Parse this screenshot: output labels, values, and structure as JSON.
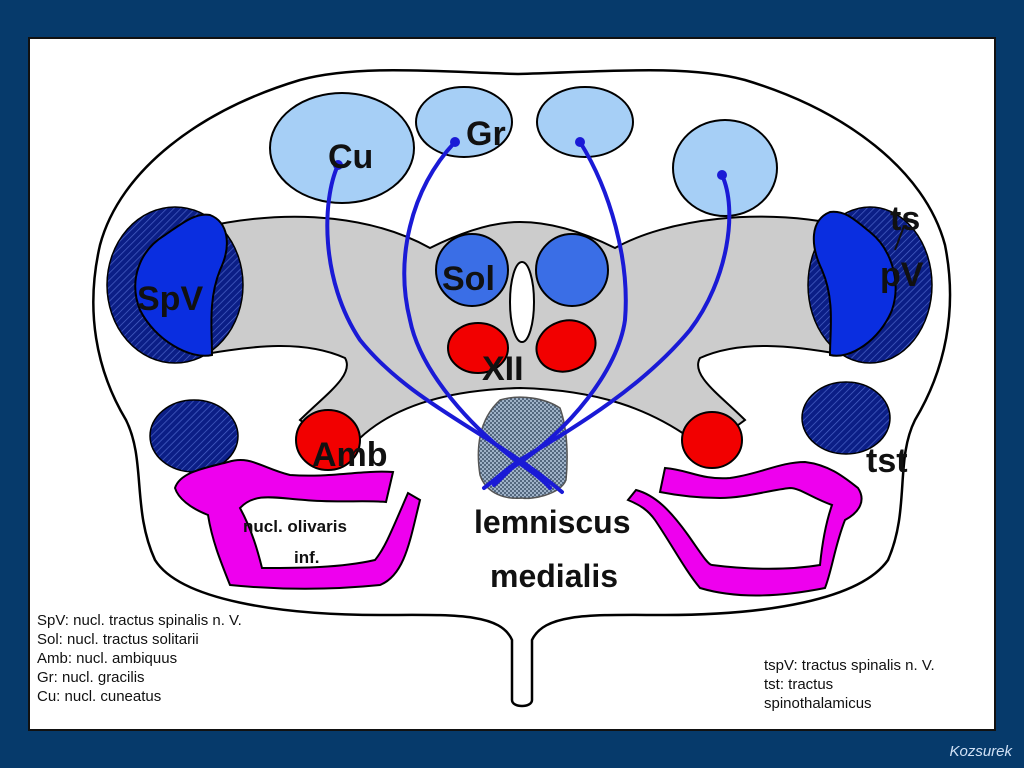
{
  "labels": {
    "cu": "Cu",
    "gr": "Gr",
    "sol": "Sol",
    "spv": "SpV",
    "tspv_top": "ts",
    "tspv_bottom": "pV",
    "xii": "XII",
    "amb": "Amb",
    "tst": "tst",
    "olive_line1": "nucl. olivaris",
    "olive_line2": "inf.",
    "lemniscus_line1": "lemniscus",
    "lemniscus_line2": "medialis"
  },
  "legend_left": [
    "SpV: nucl. tractus spinalis n. V.",
    "Sol: nucl. tractus solitarii",
    "Amb: nucl. ambiquus",
    "Gr: nucl. gracilis",
    "Cu: nucl. cuneatus"
  ],
  "legend_right": [
    "tspV: tractus spinalis n. V.",
    "tst: tractus",
    "spinothalamicus"
  ],
  "author": "Kozsurek",
  "colors": {
    "background": "#063a6b",
    "dorsal_nuclei": "#a6cff6",
    "trigeminal_dark": "#0c1e86",
    "trigeminal_bright": "#0a2ee0",
    "solitary": "#3a6ee6",
    "motor_nuclei": "#f20000",
    "olive": "#ee00ee",
    "gray_matter": "#cccccc",
    "fibers": "#1a1ad6"
  }
}
